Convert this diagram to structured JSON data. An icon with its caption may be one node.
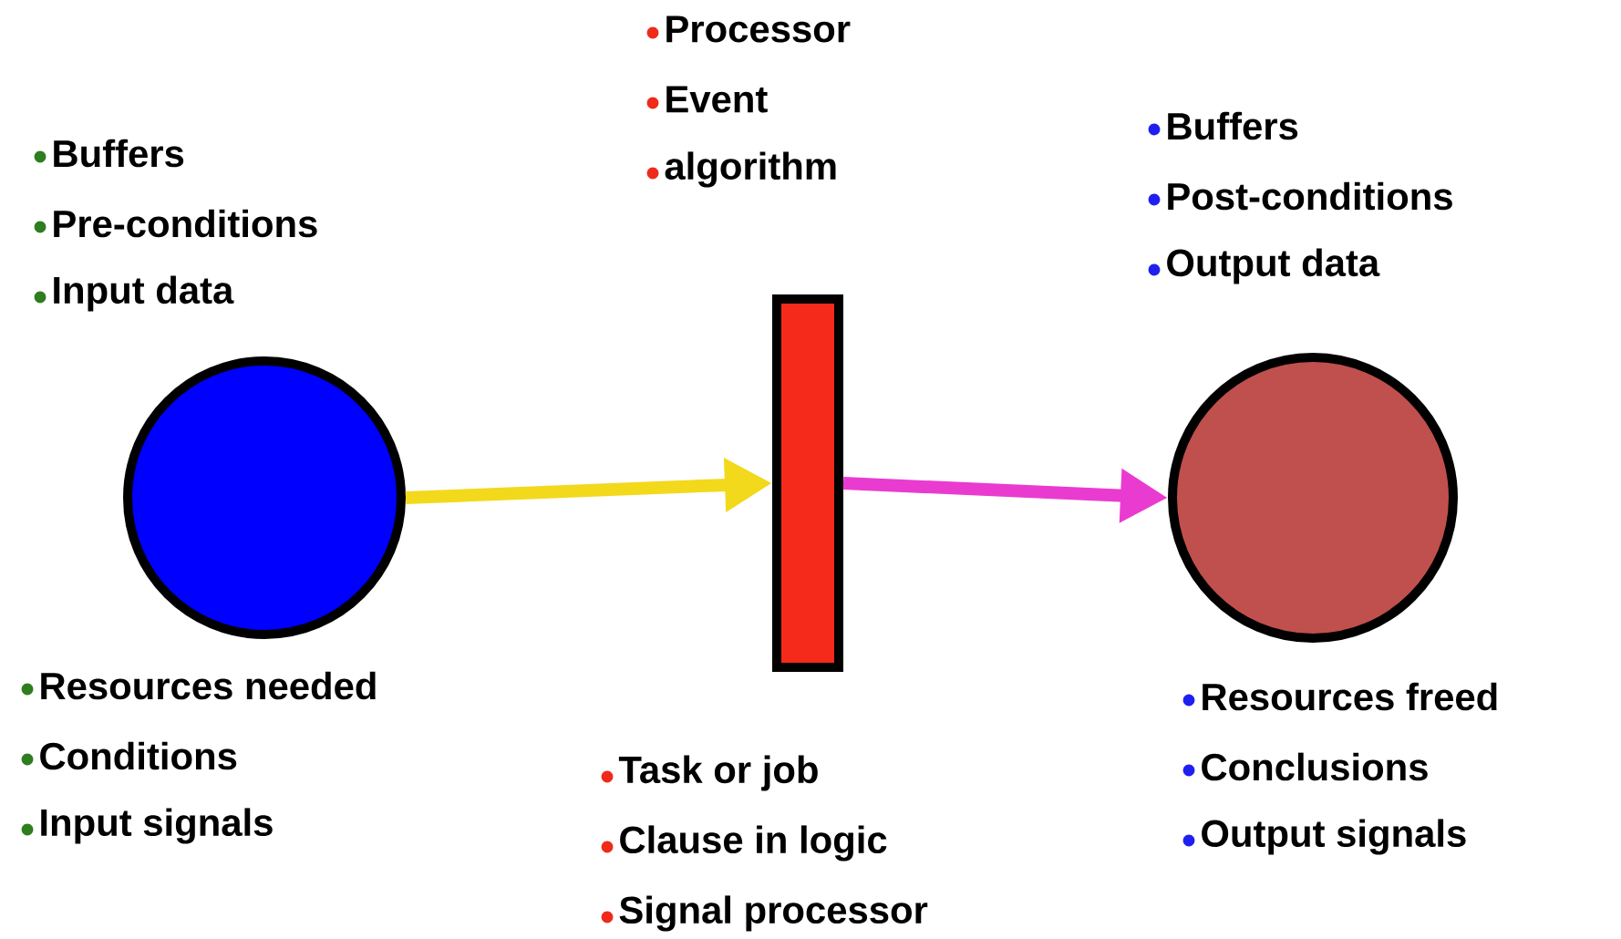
{
  "diagram": {
    "nodes": [
      {
        "text": [],
        "shape": "circle",
        "beside": [
          "Buffers",
          "Pre-conditions",
          "Input data",
          "Resources needed",
          "Conditions",
          "Input signals"
        ]
      },
      {
        "text": [],
        "shape": "bar",
        "beside": [
          "Processor",
          "Event",
          "algorithm",
          "Task or job",
          "Clause in logic",
          "Signal processor"
        ]
      },
      {
        "text": [],
        "shape": "circle",
        "beside": [
          "Buffers",
          "Post-conditions",
          "Output data",
          "Resources freed",
          "Conclusions",
          "Output signals"
        ]
      }
    ],
    "edges": [
      {
        "from": 0,
        "to": 1,
        "arrow": "to",
        "color": "#f2d91c"
      },
      {
        "from": 1,
        "to": 2,
        "arrow": "to",
        "color": "#ea3bd0"
      }
    ]
  }
}
